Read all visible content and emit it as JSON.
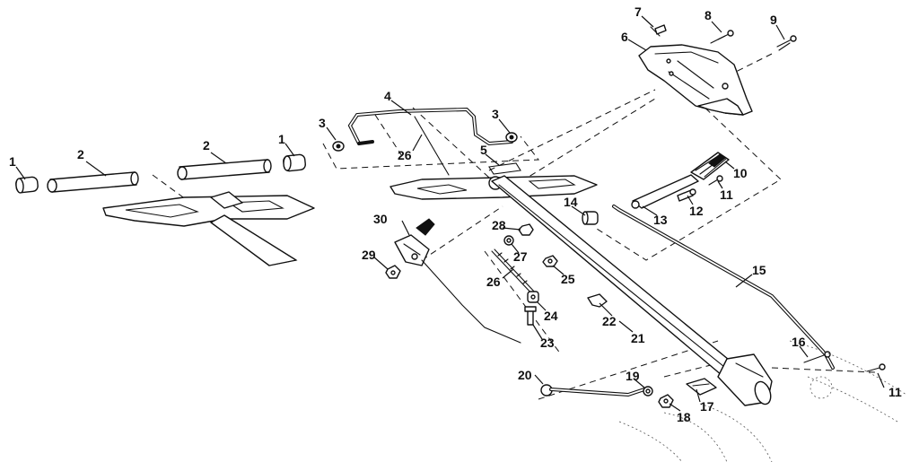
{
  "callouts": [
    {
      "id": "c1a",
      "text": "1"
    },
    {
      "id": "c1b",
      "text": "1"
    },
    {
      "id": "c2a",
      "text": "2"
    },
    {
      "id": "c2b",
      "text": "2"
    },
    {
      "id": "c3a",
      "text": "3"
    },
    {
      "id": "c3b",
      "text": "3"
    },
    {
      "id": "c4",
      "text": "4"
    },
    {
      "id": "c5",
      "text": "5"
    },
    {
      "id": "c6",
      "text": "6"
    },
    {
      "id": "c7",
      "text": "7"
    },
    {
      "id": "c8",
      "text": "8"
    },
    {
      "id": "c9",
      "text": "9"
    },
    {
      "id": "c10",
      "text": "10"
    },
    {
      "id": "c11a",
      "text": "11"
    },
    {
      "id": "c11b",
      "text": "11"
    },
    {
      "id": "c12",
      "text": "12"
    },
    {
      "id": "c13",
      "text": "13"
    },
    {
      "id": "c14",
      "text": "14"
    },
    {
      "id": "c15",
      "text": "15"
    },
    {
      "id": "c16",
      "text": "16"
    },
    {
      "id": "c17",
      "text": "17"
    },
    {
      "id": "c18",
      "text": "18"
    },
    {
      "id": "c19",
      "text": "19"
    },
    {
      "id": "c20",
      "text": "20"
    },
    {
      "id": "c21",
      "text": "21"
    },
    {
      "id": "c22",
      "text": "22"
    },
    {
      "id": "c23",
      "text": "23"
    },
    {
      "id": "c24",
      "text": "24"
    },
    {
      "id": "c25",
      "text": "25"
    },
    {
      "id": "c26a",
      "text": "26"
    },
    {
      "id": "c26b",
      "text": "26"
    },
    {
      "id": "c27",
      "text": "27"
    },
    {
      "id": "c28",
      "text": "28"
    },
    {
      "id": "c29",
      "text": "29"
    },
    {
      "id": "c30",
      "text": "30"
    }
  ]
}
